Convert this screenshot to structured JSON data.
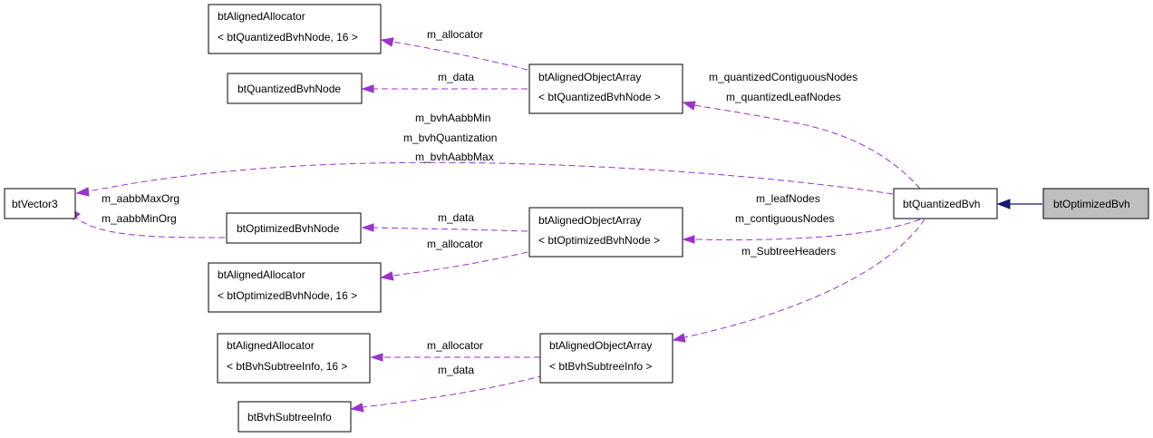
{
  "nodes": {
    "btOptimizedBvh": "btOptimizedBvh",
    "btQuantizedBvh": "btQuantizedBvh",
    "btVector3": "btVector3",
    "allocQuantized": [
      "btAlignedAllocator",
      "< btQuantizedBvhNode, 16 >"
    ],
    "btQuantizedBvhNode": "btQuantizedBvhNode",
    "arrayQuantized": [
      "btAlignedObjectArray",
      "< btQuantizedBvhNode >"
    ],
    "btOptimizedBvhNode": "btOptimizedBvhNode",
    "arrayOptimized": [
      "btAlignedObjectArray",
      "< btOptimizedBvhNode >"
    ],
    "allocOptimized": [
      "btAlignedAllocator",
      "< btOptimizedBvhNode, 16 >"
    ],
    "allocSubtree": [
      "btAlignedAllocator",
      "< btBvhSubtreeInfo, 16 >"
    ],
    "arraySubtree": [
      "btAlignedObjectArray",
      "< btBvhSubtreeInfo >"
    ],
    "btBvhSubtreeInfo": "btBvhSubtreeInfo"
  },
  "edge_labels": {
    "allocator_q": "m_allocator",
    "data_q": "m_data",
    "quantized_nodes": [
      "m_quantizedContiguousNodes",
      "m_quantizedLeafNodes"
    ],
    "bvh_aabb": [
      "m_bvhAabbMin",
      "m_bvhQuantization",
      "m_bvhAabbMax"
    ],
    "aabb_org": [
      "m_aabbMaxOrg",
      "m_aabbMinOrg"
    ],
    "data_o": "m_data",
    "allocator_o": "m_allocator",
    "contiguous": [
      "m_leafNodes",
      "m_contiguousNodes"
    ],
    "subtree_headers": "m_SubtreeHeaders",
    "allocator_s": "m_allocator",
    "data_s": "m_data"
  },
  "colors": {
    "member_edge": "#9a32cd",
    "inheritance_edge": "#191970",
    "highlight_fill": "#bfbfbf"
  }
}
